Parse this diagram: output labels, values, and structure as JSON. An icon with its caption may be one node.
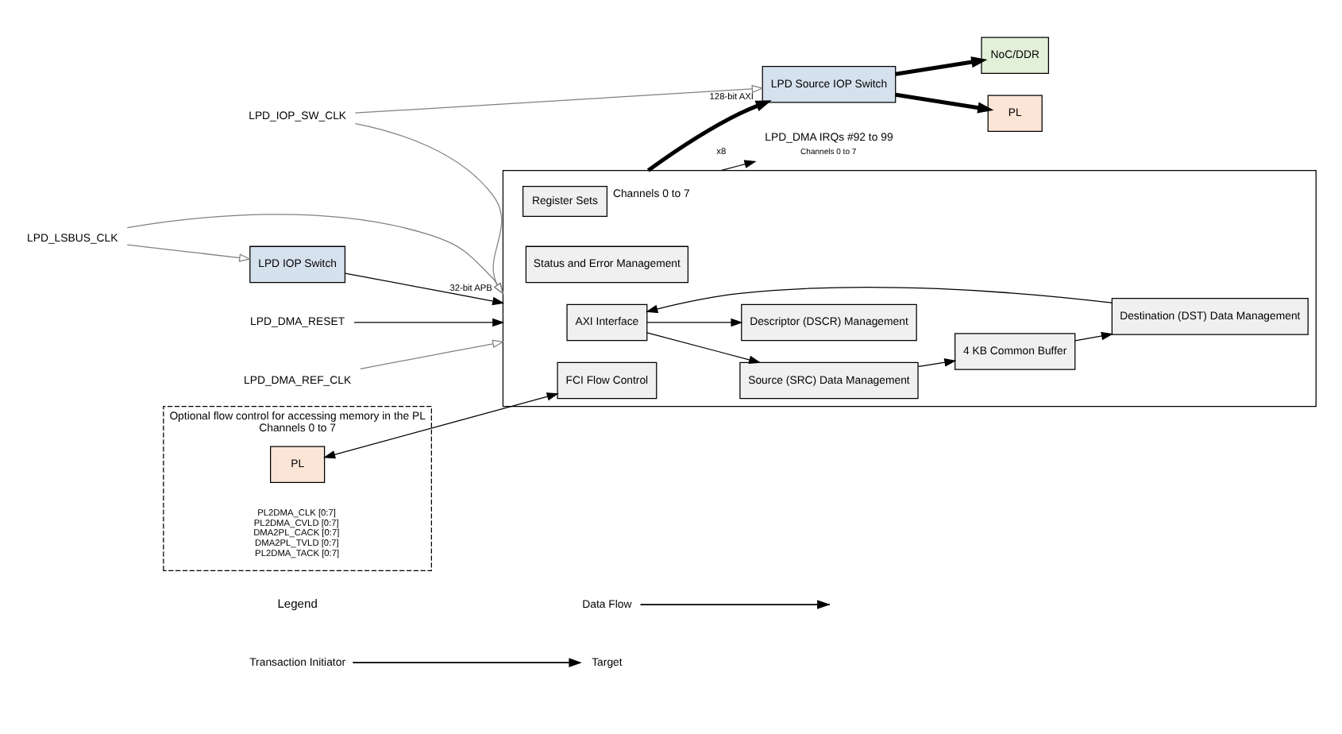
{
  "diagram": {
    "nodes": [
      {
        "text": [
          "PL"
        ]
      },
      {
        "text": [
          "NoC/DDR"
        ]
      },
      {
        "text": [
          "LPD Source IOP Switch"
        ]
      },
      {
        "text": [
          "LPD_IOP_SW_CLK"
        ]
      },
      {
        "text": [],
        "shape": "box"
      },
      {
        "text": [
          "AXI Interface"
        ],
        "in": 4
      },
      {
        "text": [
          "Source (SRC) Data Management"
        ],
        "in": 4
      },
      {
        "text": [
          "Destination (DST) Data Management"
        ],
        "in": 4
      },
      {
        "text": [
          "4 KB Common Buffer"
        ],
        "in": 4
      },
      {
        "text": [
          "Descriptor (DSCR) Management"
        ],
        "in": 4
      },
      {
        "text": [
          "Status and Error Management"
        ],
        "in": 4
      },
      {
        "text": [
          "FCI Flow Control"
        ],
        "in": 4
      },
      {
        "text": [
          "Register Sets"
        ],
        "in": 4,
        "beside": [
          "Channels 0 to 7"
        ]
      },
      {
        "text": [
          "LPD_DMA_RESET"
        ]
      },
      {
        "text": [
          "LPD_DMA_REF_CLK"
        ]
      },
      {
        "text": [
          "LPD IOP Switch"
        ]
      },
      {
        "text": [
          "LPD_LSBUS_CLK"
        ]
      },
      {
        "text": [
          "LPD_DMA IRQs #92 to 99"
        ],
        "beside": [
          "Channels 0 to 7"
        ]
      },
      {
        "text": [
          "Optional flow control for accessing memory in the PL",
          "Channels 0 to 7"
        ]
      },
      {
        "text": [
          "PL"
        ],
        "in": 18
      }
    ],
    "edges": [
      {
        "from": 2,
        "to": 0,
        "arrow": "to",
        "style": "thick"
      },
      {
        "from": 2,
        "to": 1,
        "arrow": "to",
        "style": "thick"
      },
      {
        "from": 4,
        "to": 2,
        "arrow": "to",
        "style": "thick",
        "label": "128-bit AXI"
      },
      {
        "from": 3,
        "to": 2,
        "arrow": "to",
        "color": "#808080"
      },
      {
        "from": 3,
        "to": 4,
        "arrow": "to",
        "color": "#808080"
      },
      {
        "from": 13,
        "to": 4,
        "arrow": "to"
      },
      {
        "from": 14,
        "to": 4,
        "arrow": "to",
        "color": "#808080"
      },
      {
        "from": 15,
        "to": 4,
        "arrow": "to",
        "label": "32-bit APB"
      },
      {
        "from": 16,
        "to": 15,
        "arrow": "to",
        "color": "#808080"
      },
      {
        "from": 16,
        "to": 4,
        "arrow": "to",
        "color": "#808080"
      },
      {
        "from": 4,
        "to": 17,
        "arrow": "to",
        "label": "x8"
      },
      {
        "from": 5,
        "to": 6,
        "arrow": "to"
      },
      {
        "from": 7,
        "to": 5,
        "arrow": "to"
      },
      {
        "from": 5,
        "to": 9,
        "arrow": "to"
      },
      {
        "from": 6,
        "to": 8,
        "arrow": "to"
      },
      {
        "from": 8,
        "to": 7,
        "arrow": "to"
      },
      {
        "from": 19,
        "to": 11,
        "arrow": "both"
      }
    ],
    "labels": [
      "PL2DMA_CLK [0:7]",
      "PL2DMA_CVLD [0:7]",
      "DMA2PL_CACK [0:7]",
      "DMA2PL_TVLD [0:7]",
      "PL2DMA_TACK [0:7]",
      "Legend",
      "Target"
    ],
    "legend": [
      {
        "text": "Data Flow"
      },
      {
        "text": "Transaction Initiator"
      }
    ]
  }
}
